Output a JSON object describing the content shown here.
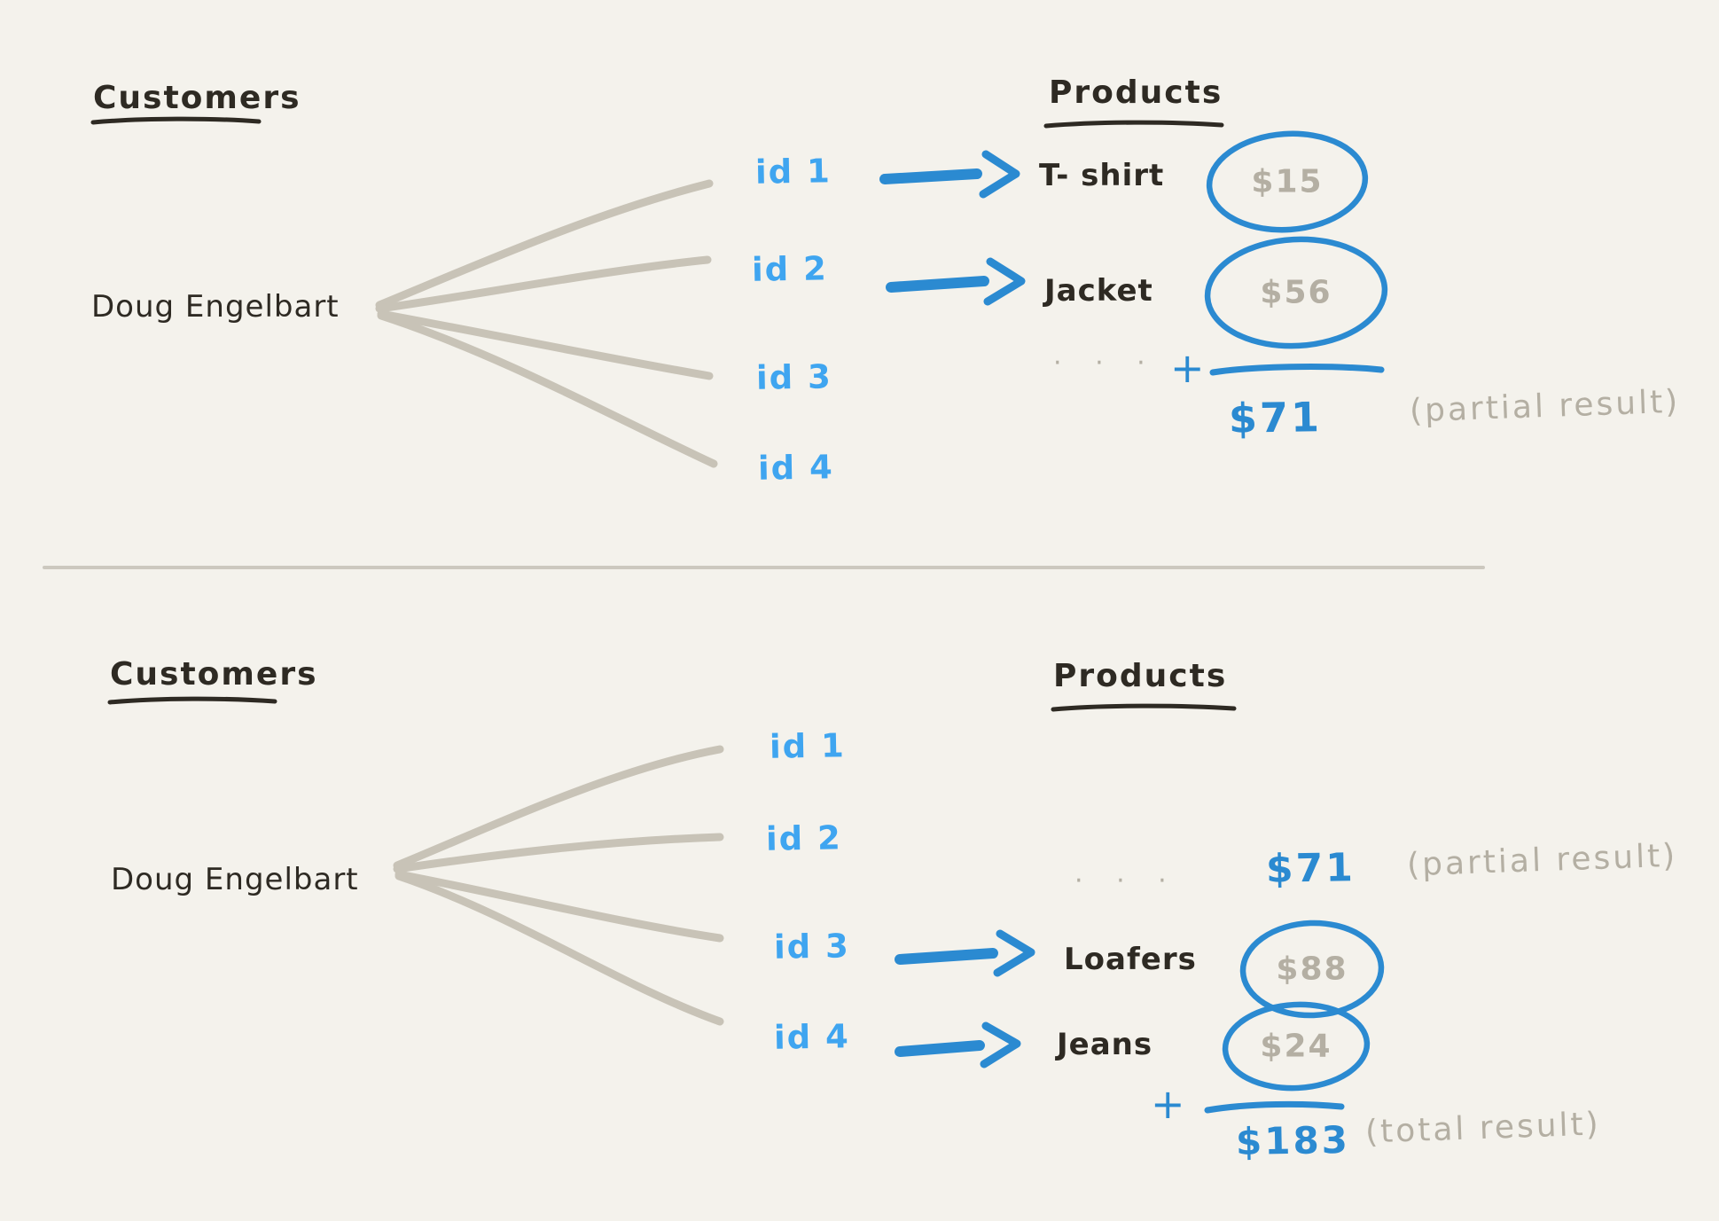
{
  "colors": {
    "background": "#f4f2ec",
    "ink": "#2e2a23",
    "muted": "#b4afa3",
    "fan": "#c8c3b7",
    "id_blue": "#3fa5f0",
    "accent_blue": "#2b8ad1",
    "divider": "#ccc8bf"
  },
  "top_panel": {
    "customers_heading": "Customers",
    "customer_name": "Doug Engelbart",
    "products_heading": "Products",
    "ids": [
      "id 1",
      "id 2",
      "id 3",
      "id 4"
    ],
    "products": [
      {
        "name": "T- shirt",
        "price": "$15"
      },
      {
        "name": "Jacket",
        "price": "$56"
      }
    ],
    "ellipsis": "· · ·",
    "plus_sign": "+",
    "partial_sum": "$71",
    "partial_note": "(partial result)"
  },
  "bottom_panel": {
    "customers_heading": "Customers",
    "customer_name": "Doug Engelbart",
    "products_heading": "Products",
    "ids": [
      "id 1",
      "id 2",
      "id 3",
      "id 4"
    ],
    "ellipsis": "· · ·",
    "carried_sum": "$71",
    "carried_note": "(partial result)",
    "products": [
      {
        "name": "Loafers",
        "price": "$88"
      },
      {
        "name": "Jeans",
        "price": "$24"
      }
    ],
    "plus_sign": "+",
    "total_sum": "$183",
    "total_note": "(total result)"
  }
}
